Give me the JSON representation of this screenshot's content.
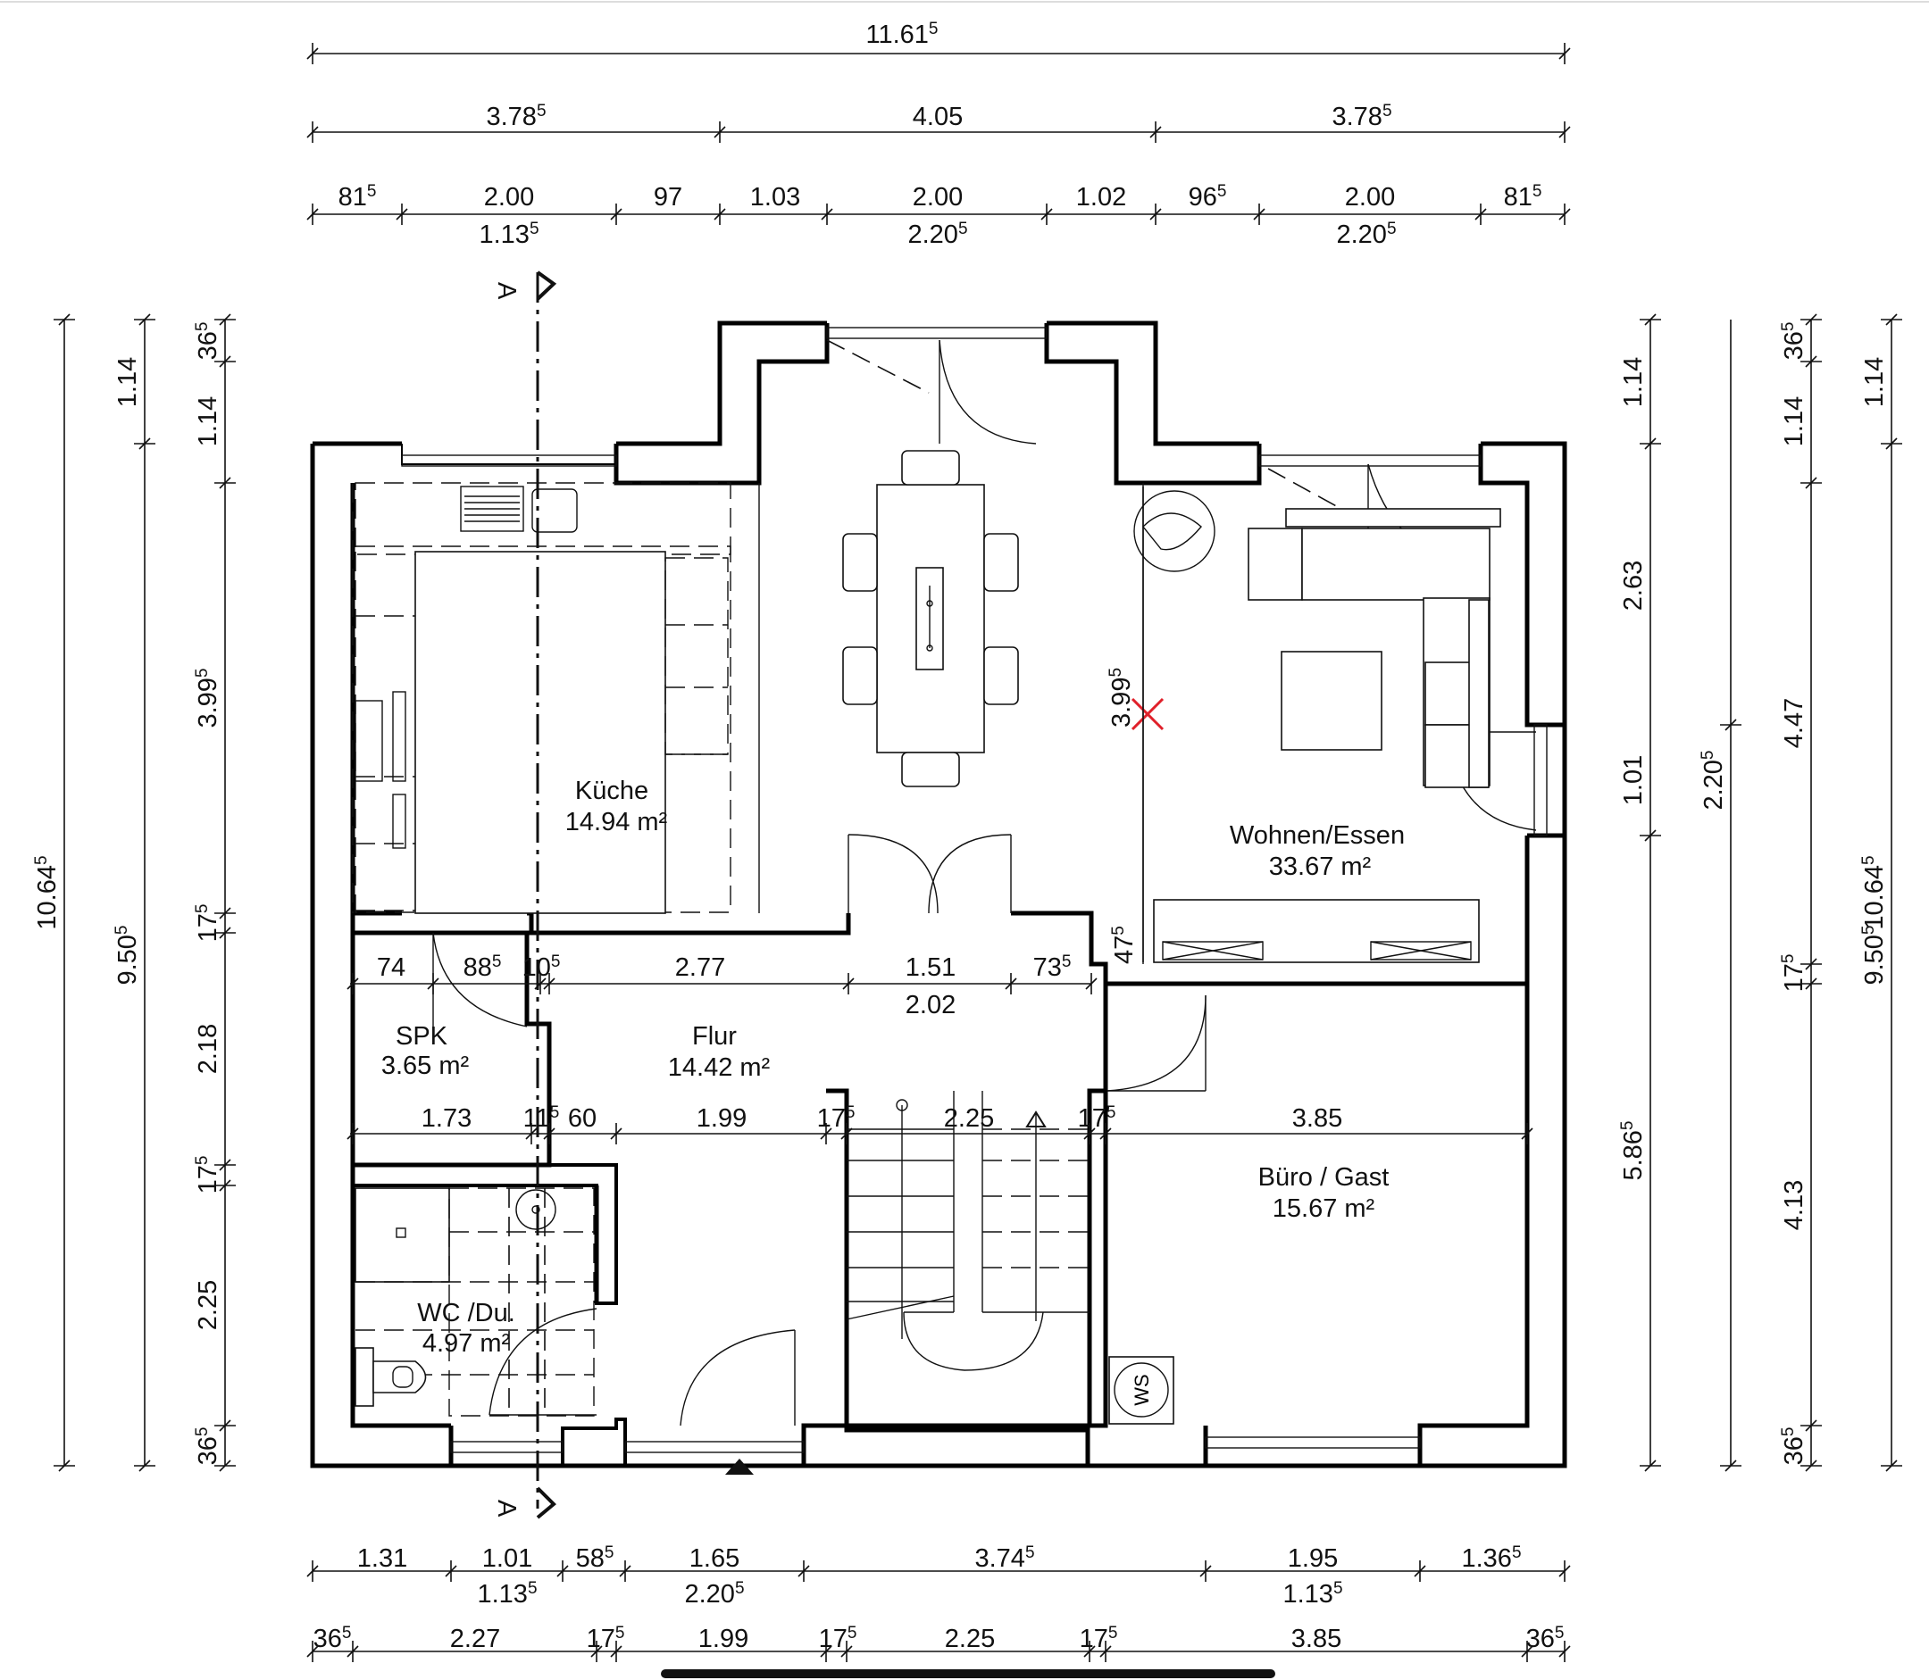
{
  "dims": {
    "top_total": {
      "t": "11.61",
      "s": "5"
    },
    "top_mid": [
      {
        "t": "3.78",
        "s": "5"
      },
      {
        "t": "4.05",
        "s": ""
      },
      {
        "t": "3.78",
        "s": "5"
      }
    ],
    "top_fine": [
      {
        "t": "81",
        "s": "5"
      },
      {
        "t": "2.00",
        "s": ""
      },
      {
        "t": "97",
        "s": ""
      },
      {
        "t": "1.03",
        "s": ""
      },
      {
        "t": "2.00",
        "s": ""
      },
      {
        "t": "1.02",
        "s": ""
      },
      {
        "t": "96",
        "s": "5"
      },
      {
        "t": "2.00",
        "s": ""
      },
      {
        "t": "81",
        "s": "5"
      }
    ],
    "top_sub": [
      {
        "t": "1.13",
        "s": "5"
      },
      {
        "t": "2.20",
        "s": "5"
      },
      {
        "t": "2.20",
        "s": "5"
      }
    ],
    "bottom_a": [
      {
        "t": "1.31",
        "s": ""
      },
      {
        "t": "1.01",
        "s": ""
      },
      {
        "t": "58",
        "s": "5"
      },
      {
        "t": "1.65",
        "s": ""
      },
      {
        "t": "3.74",
        "s": "5"
      },
      {
        "t": "1.95",
        "s": ""
      },
      {
        "t": "1.36",
        "s": "5"
      }
    ],
    "bottom_b": [
      {
        "t": "1.13",
        "s": "5"
      },
      {
        "t": "2.20",
        "s": "5"
      },
      {
        "t": "1.13",
        "s": "5"
      }
    ],
    "bottom_c": [
      {
        "t": "36",
        "s": "5"
      },
      {
        "t": "2.27",
        "s": ""
      },
      {
        "t": "17",
        "s": "5"
      },
      {
        "t": "1.99",
        "s": ""
      },
      {
        "t": "17",
        "s": "5"
      },
      {
        "t": "2.25",
        "s": ""
      },
      {
        "t": "17",
        "s": "5"
      },
      {
        "t": "3.85",
        "s": ""
      },
      {
        "t": "36",
        "s": "5"
      }
    ],
    "left_outer": {
      "t": "10.64",
      "s": "5"
    },
    "left_mid": [
      {
        "t": "1.14",
        "s": ""
      },
      {
        "t": "9.50",
        "s": "5"
      }
    ],
    "left_inner": [
      {
        "t": "36",
        "s": "5"
      },
      {
        "t": "1.14",
        "s": ""
      },
      {
        "t": "3.99",
        "s": "5"
      },
      {
        "t": "17",
        "s": "5"
      },
      {
        "t": "2.18",
        "s": ""
      },
      {
        "t": "17",
        "s": "5"
      },
      {
        "t": "2.25",
        "s": ""
      },
      {
        "t": "36",
        "s": "5"
      }
    ],
    "right_a": [
      {
        "t": "1.14",
        "s": ""
      },
      {
        "t": "2.63",
        "s": ""
      },
      {
        "t": "1.01",
        "s": ""
      },
      {
        "t": "5.86",
        "s": "5"
      }
    ],
    "right_b": [
      {
        "t": "2.20",
        "s": "5"
      }
    ],
    "right_c": [
      {
        "t": "36",
        "s": "5"
      },
      {
        "t": "1.14",
        "s": ""
      },
      {
        "t": "4.47",
        "s": ""
      },
      {
        "t": "17",
        "s": "5"
      },
      {
        "t": "4.13",
        "s": ""
      },
      {
        "t": "36",
        "s": "5"
      }
    ],
    "right_d": [
      {
        "t": "1.14",
        "s": ""
      },
      {
        "t": "9.50",
        "s": "5"
      }
    ],
    "right_outer": {
      "t": "10.64",
      "s": "5"
    },
    "interior_row1": [
      {
        "t": "74",
        "s": ""
      },
      {
        "t": "88",
        "s": "5"
      },
      {
        "t": "10",
        "s": "5"
      },
      {
        "t": "2.77",
        "s": ""
      },
      {
        "t": "1.51",
        "s": ""
      },
      {
        "t": "73",
        "s": "5"
      }
    ],
    "interior_202": {
      "t": "2.02",
      "s": ""
    },
    "interior_row2": [
      {
        "t": "1.73",
        "s": ""
      },
      {
        "t": "11",
        "s": "5"
      },
      {
        "t": "60",
        "s": ""
      },
      {
        "t": "1.99",
        "s": ""
      },
      {
        "t": "17",
        "s": "5"
      },
      {
        "t": "2.25",
        "s": ""
      },
      {
        "t": "17",
        "s": "5"
      },
      {
        "t": "3.85",
        "s": ""
      }
    ],
    "living_vert": {
      "t": "3.99",
      "s": "5"
    },
    "living_small": {
      "t": "47",
      "s": "5"
    }
  },
  "rooms": {
    "kueche": {
      "name": "Küche",
      "area": "14.94 m²"
    },
    "wohnen": {
      "name": "Wohnen/Essen",
      "area": "33.67 m²"
    },
    "spk": {
      "name": "SPK",
      "area": "3.65 m²"
    },
    "flur": {
      "name": "Flur",
      "area": "14.42 m²"
    },
    "buero": {
      "name": "Büro / Gast",
      "area": "15.67 m²"
    },
    "wc": {
      "name": "WC /Du.",
      "area": "4.97 m²"
    }
  },
  "section_marker": "A",
  "ws_label": "WS",
  "colors": {
    "marker_x": "#e0202a",
    "ink": "#111111"
  }
}
